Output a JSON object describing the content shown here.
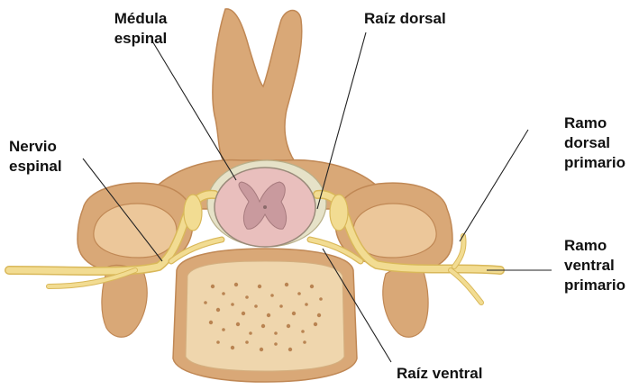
{
  "labels": {
    "medula": [
      "Médula",
      "espinal"
    ],
    "raiz_dorsal": [
      "Raíz dorsal"
    ],
    "nervio_espinal": [
      "Nervio",
      "espinal"
    ],
    "ramo_dorsal": [
      "Ramo",
      "dorsal",
      "primario"
    ],
    "ramo_ventral": [
      "Ramo",
      "ventral",
      "primario"
    ],
    "raiz_ventral": [
      "Raíz ventral"
    ]
  },
  "colors": {
    "bone": "#d9a877",
    "bone_shade": "#c08855",
    "bone_light": "#ecc79a",
    "cord": "#e9bfbd",
    "gray_matter": "#c99a9e",
    "nerve": "#f2dc92",
    "nerve_edge": "#d9b85a",
    "body_inner": "#efd6ad",
    "leader": "#222222"
  }
}
